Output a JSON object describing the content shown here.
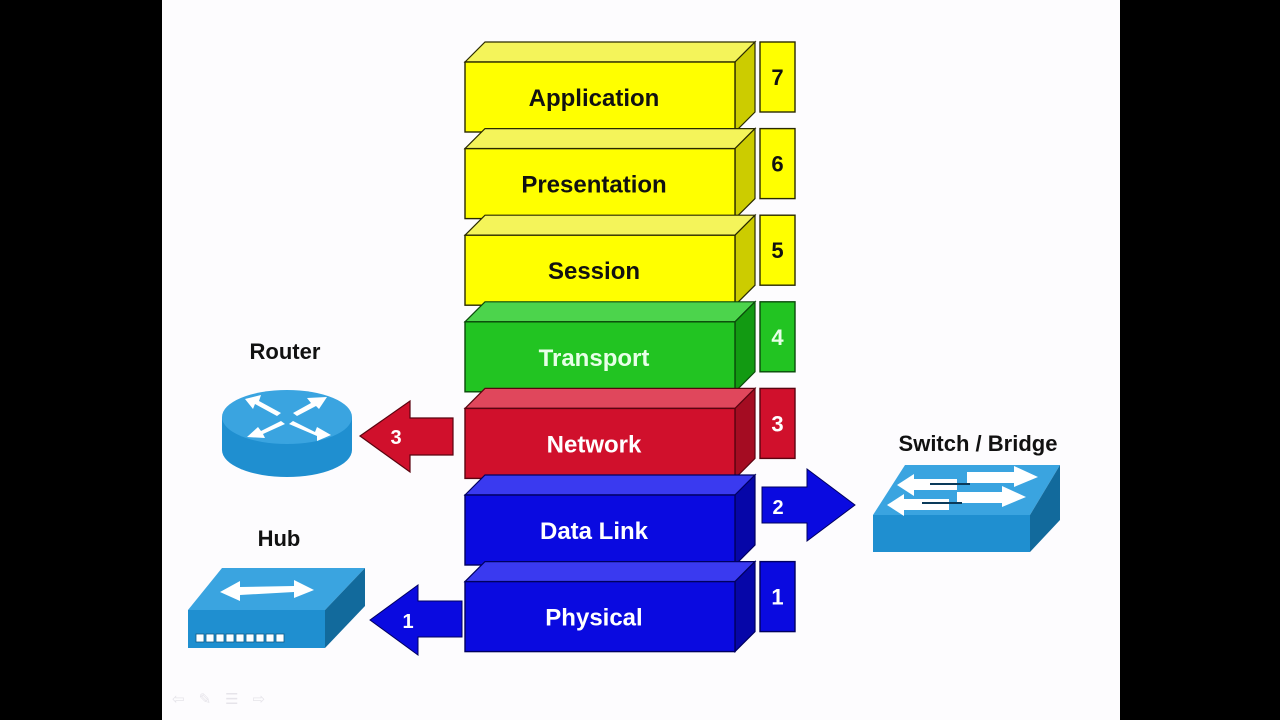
{
  "title": "OSI Model Layers and Devices",
  "layers": [
    {
      "number": "7",
      "name": "Application",
      "color": "yellow"
    },
    {
      "number": "6",
      "name": "Presentation",
      "color": "yellow"
    },
    {
      "number": "5",
      "name": "Session",
      "color": "yellow"
    },
    {
      "number": "4",
      "name": "Transport",
      "color": "green"
    },
    {
      "number": "3",
      "name": "Network",
      "color": "red"
    },
    {
      "number": "2",
      "name": "Data Link",
      "color": "blue"
    },
    {
      "number": "1",
      "name": "Physical",
      "color": "blue"
    }
  ],
  "palette": {
    "yellow": {
      "front": "#ffff00",
      "top": "#f4f45a",
      "side": "#cccc00",
      "text": "#111111",
      "edge": "#2a2a00"
    },
    "green": {
      "front": "#22c422",
      "top": "#4cd44c",
      "side": "#129a12",
      "text": "#e8ffe8",
      "edge": "#0a4a0a"
    },
    "red": {
      "front": "#d0102c",
      "top": "#e0475c",
      "side": "#a40c22",
      "text": "#ffffff",
      "edge": "#5a0410"
    },
    "blue": {
      "front": "#0a0ae0",
      "top": "#3a3af0",
      "side": "#0606a8",
      "text": "#ffffff",
      "edge": "#000060"
    },
    "device_top": "#3aa4e0",
    "device_front": "#1f8fd0",
    "device_side": "#126a9c",
    "background": "#fdfcfe"
  },
  "devices": {
    "router": {
      "label": "Router",
      "layer": "3",
      "arrow_label": "3"
    },
    "switch": {
      "label": "Switch / Bridge",
      "layer": "2",
      "arrow_label": "2"
    },
    "hub": {
      "label": "Hub",
      "layer": "1",
      "arrow_label": "1"
    }
  },
  "slideshow_controls": [
    {
      "name": "previous-slide",
      "glyph": "⇦"
    },
    {
      "name": "pen-tool",
      "glyph": "✎"
    },
    {
      "name": "slide-menu",
      "glyph": "☰"
    },
    {
      "name": "next-slide",
      "glyph": "⇨"
    }
  ]
}
